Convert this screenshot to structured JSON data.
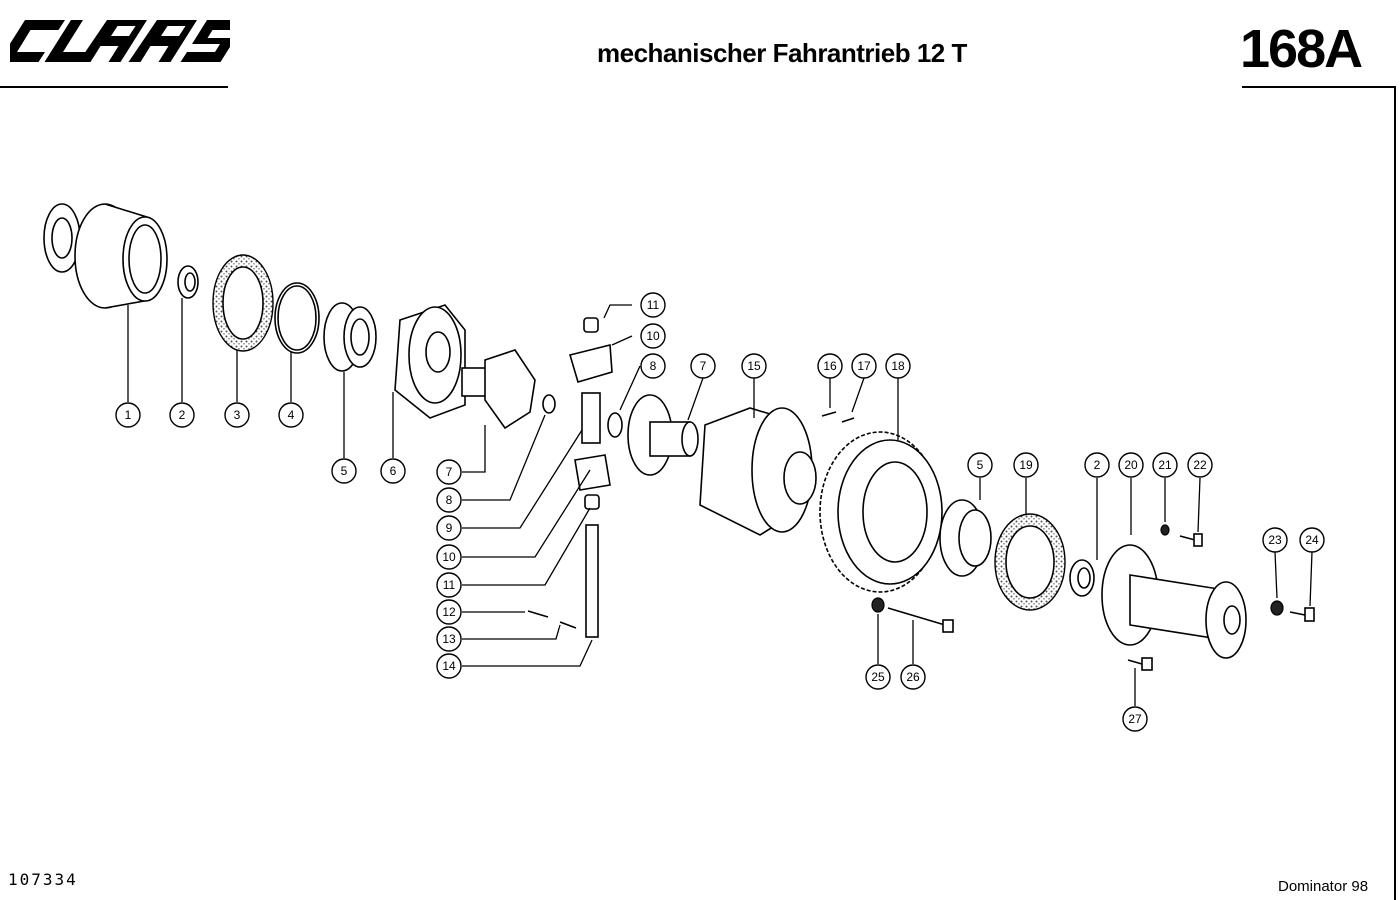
{
  "header": {
    "logo_text": "CLAAS",
    "title": "mechanischer Fahrantrieb 12 T",
    "page_number": "168A"
  },
  "footer": {
    "drawing_number": "107334",
    "model": "Dominator 98"
  },
  "callouts": [
    "1",
    "2",
    "3",
    "4",
    "5",
    "6",
    "7",
    "8",
    "9",
    "10",
    "11",
    "12",
    "13",
    "14",
    "7",
    "8",
    "10",
    "11",
    "15",
    "16",
    "17",
    "18",
    "5",
    "19",
    "2",
    "20",
    "21",
    "22",
    "23",
    "24",
    "25",
    "26",
    "27"
  ]
}
